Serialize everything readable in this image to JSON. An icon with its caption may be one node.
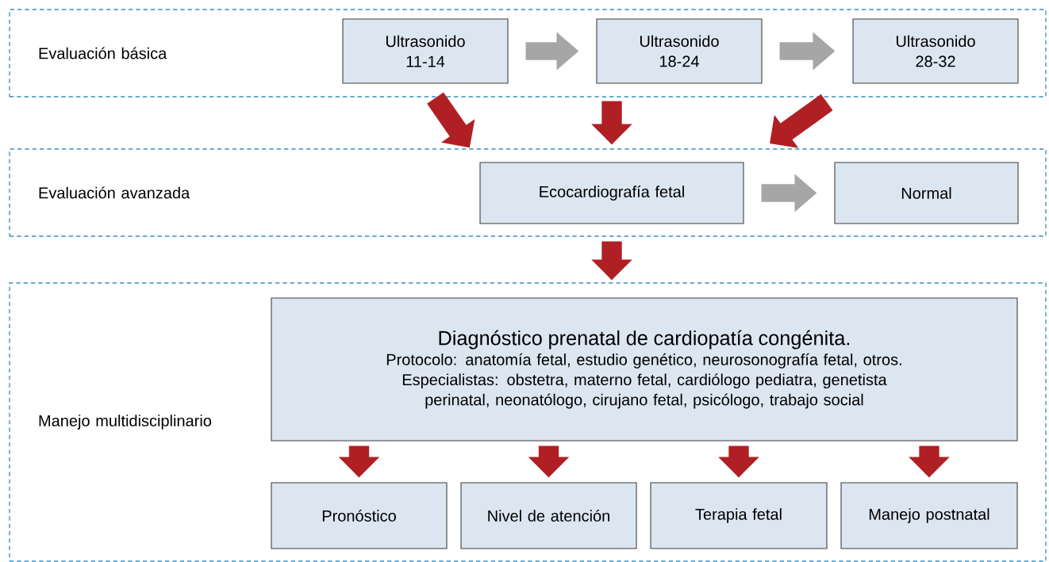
{
  "diagram": {
    "nodes": [
      {
        "text": [
          "Evaluación básica"
        ]
      },
      {
        "text": [
          "Ultrasonido 11-14"
        ],
        "in": 0
      },
      {
        "text": [
          "Ultrasonido 18-24"
        ],
        "in": 0
      },
      {
        "text": [
          "Ultrasonido 28-32"
        ],
        "in": 0
      },
      {
        "text": [
          "Evaluación avanzada"
        ]
      },
      {
        "text": [
          "Ecocardiografía fetal"
        ],
        "in": 4
      },
      {
        "text": [
          "Normal"
        ],
        "in": 4
      },
      {
        "text": [
          "Manejo multidisciplinario"
        ]
      },
      {
        "text": [
          "Diagnóstico prenatal de cardiopatía congénita.",
          "Protocolo: anatomía fetal, estudio genético, neurosonografía fetal, otros.",
          "Especialistas: obstetra, materno fetal, cardiólogo pediatra, genetista perinatal, neonatólogo, cirujano fetal, psicólogo, trabajo social"
        ],
        "in": 7
      },
      {
        "text": [
          "Pronóstico"
        ],
        "in": 7
      },
      {
        "text": [
          "Nivel de atención"
        ],
        "in": 7
      },
      {
        "text": [
          "Terapia fetal"
        ],
        "in": 7
      },
      {
        "text": [
          "Manejo postnatal"
        ],
        "in": 7
      }
    ],
    "edges": [
      {
        "from": 1,
        "to": 2,
        "arrow": "to",
        "color": "#a6a6a6"
      },
      {
        "from": 2,
        "to": 3,
        "arrow": "to",
        "color": "#a6a6a6"
      },
      {
        "from": 1,
        "to": 5,
        "arrow": "to"
      },
      {
        "from": 2,
        "to": 5,
        "arrow": "to"
      },
      {
        "from": 3,
        "to": 5,
        "arrow": "to"
      },
      {
        "from": 5,
        "to": 6,
        "arrow": "to",
        "color": "#a6a6a6"
      },
      {
        "from": 5,
        "to": 8,
        "arrow": "to"
      },
      {
        "from": 8,
        "to": 9,
        "arrow": "to"
      },
      {
        "from": 8,
        "to": 10,
        "arrow": "to"
      },
      {
        "from": 8,
        "to": 11,
        "arrow": "to"
      },
      {
        "from": 8,
        "to": 12,
        "arrow": "to"
      }
    ]
  }
}
